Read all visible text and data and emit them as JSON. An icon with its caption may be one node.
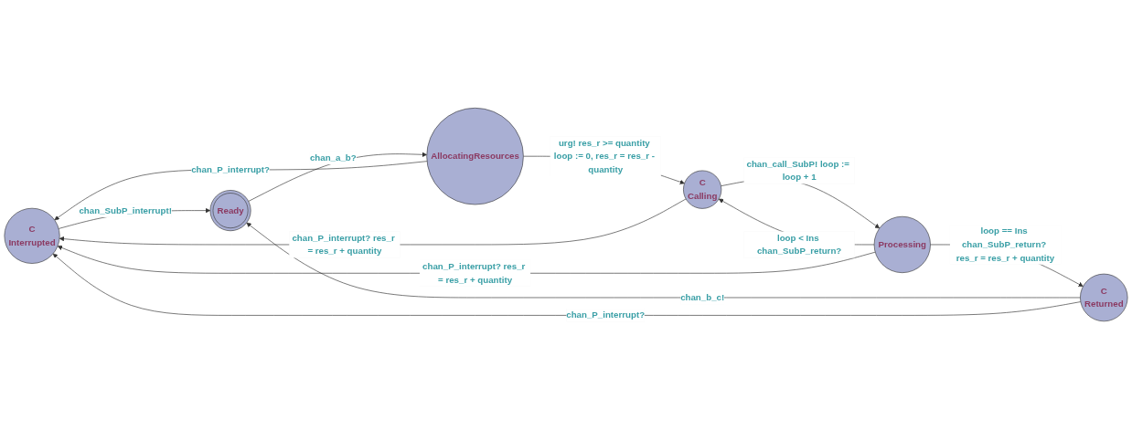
{
  "diagram": {
    "nodes": [
      {
        "text": [
          "C",
          "Interrupted"
        ]
      },
      {
        "text": [
          "Ready"
        ]
      },
      {
        "text": [
          "AllocatingResources"
        ]
      },
      {
        "text": [
          "C",
          "Calling"
        ]
      },
      {
        "text": [
          "Processing"
        ]
      },
      {
        "text": [
          "C",
          "Returned"
        ]
      }
    ],
    "edges": [
      {
        "from": 0,
        "to": 1,
        "arrow": "to",
        "label": "chan_SubP_interrupt!"
      },
      {
        "from": 1,
        "to": 2,
        "arrow": "to",
        "label": "chan_a_b?"
      },
      {
        "from": 2,
        "to": 3,
        "arrow": "to",
        "label": "urg! res_r >= quantity loop := 0, res_r = res_r - quantity"
      },
      {
        "from": 3,
        "to": 4,
        "arrow": "to",
        "label": "chan_call_SubP! loop := loop + 1"
      },
      {
        "from": 4,
        "to": 3,
        "arrow": "to",
        "label": "loop < Ins chan_SubP_return?"
      },
      {
        "from": 4,
        "to": 5,
        "arrow": "to",
        "label": "loop == Ins chan_SubP_return? res_r = res_r + quantity"
      },
      {
        "from": 5,
        "to": 1,
        "arrow": "to",
        "label": "chan_b_c!"
      },
      {
        "from": 2,
        "to": 0,
        "arrow": "to",
        "label": "chan_P_interrupt?"
      },
      {
        "from": 3,
        "to": 0,
        "arrow": "to",
        "label": "chan_P_interrupt? res_r = res_r + quantity"
      },
      {
        "from": 4,
        "to": 0,
        "arrow": "to",
        "label": "chan_P_interrupt? res_r = res_r + quantity"
      },
      {
        "from": 5,
        "to": 0,
        "arrow": "to",
        "label": "chan_P_interrupt?"
      }
    ]
  }
}
